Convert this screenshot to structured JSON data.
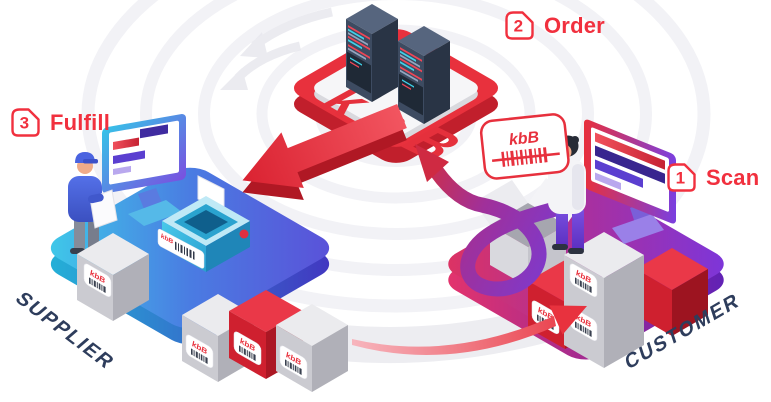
{
  "brand": {
    "name": "kbB"
  },
  "steps": {
    "scan": {
      "number": "1",
      "label": "Scan"
    },
    "order": {
      "number": "2",
      "label": "Order"
    },
    "fulfill": {
      "number": "3",
      "label": "Fulfill"
    }
  },
  "zones": {
    "supplier": "SUPPLIER",
    "customer": "CUSTOMER"
  },
  "colors": {
    "accent_red": "#e8313d",
    "step_label_red": "#f1303e",
    "zone_text_navy": "#2e3d5c",
    "supplier_gradient_start": "#3ecde9",
    "supplier_gradient_end": "#5b4fd8",
    "customer_gradient_start": "#e0335f",
    "customer_gradient_end": "#7a36dd",
    "server_navy": "#3d4b61",
    "server_stripe_cyan": "#3fd2e8",
    "server_stripe_red": "#ef4656",
    "printer_cyan": "#2aa3cf",
    "ring_gray": "#f2f2f6"
  }
}
